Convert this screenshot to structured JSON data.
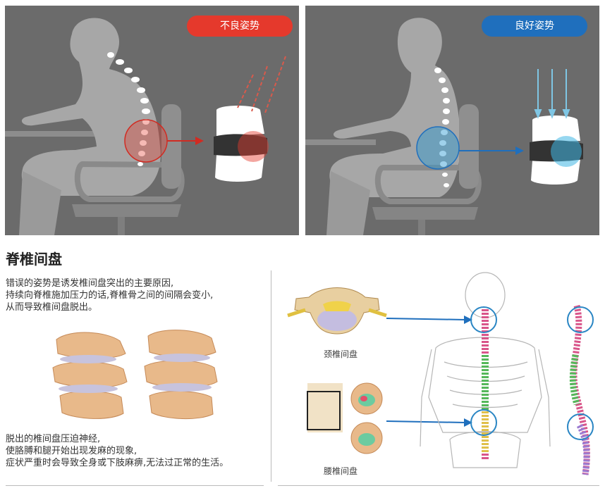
{
  "posture": {
    "bad_label": "不良姿势",
    "good_label": "良好姿势"
  },
  "section": {
    "title": "脊椎间盘",
    "intro_lines": [
      "错误的姿势是诱发椎间盘突出的主要原因,",
      "持续向脊椎施加压力的话,脊椎骨之间的间隔会变小,",
      "从而导致椎间盘脱出。"
    ],
    "outro_lines": [
      "脱出的椎间盘压迫神经,",
      "使胳膊和腿开始出现发麻的现象,",
      "症状严重时会导致全身或下肢麻痹,无法过正常的生活。"
    ]
  },
  "anatomy": {
    "cervical_label": "颈椎间盘",
    "lumbar_label": "腰椎间盘"
  },
  "colors": {
    "bad": "#e5392c",
    "good": "#1f6fbd",
    "panel_bg": "#6b6b6b",
    "circle_good": "#2a86c4"
  }
}
